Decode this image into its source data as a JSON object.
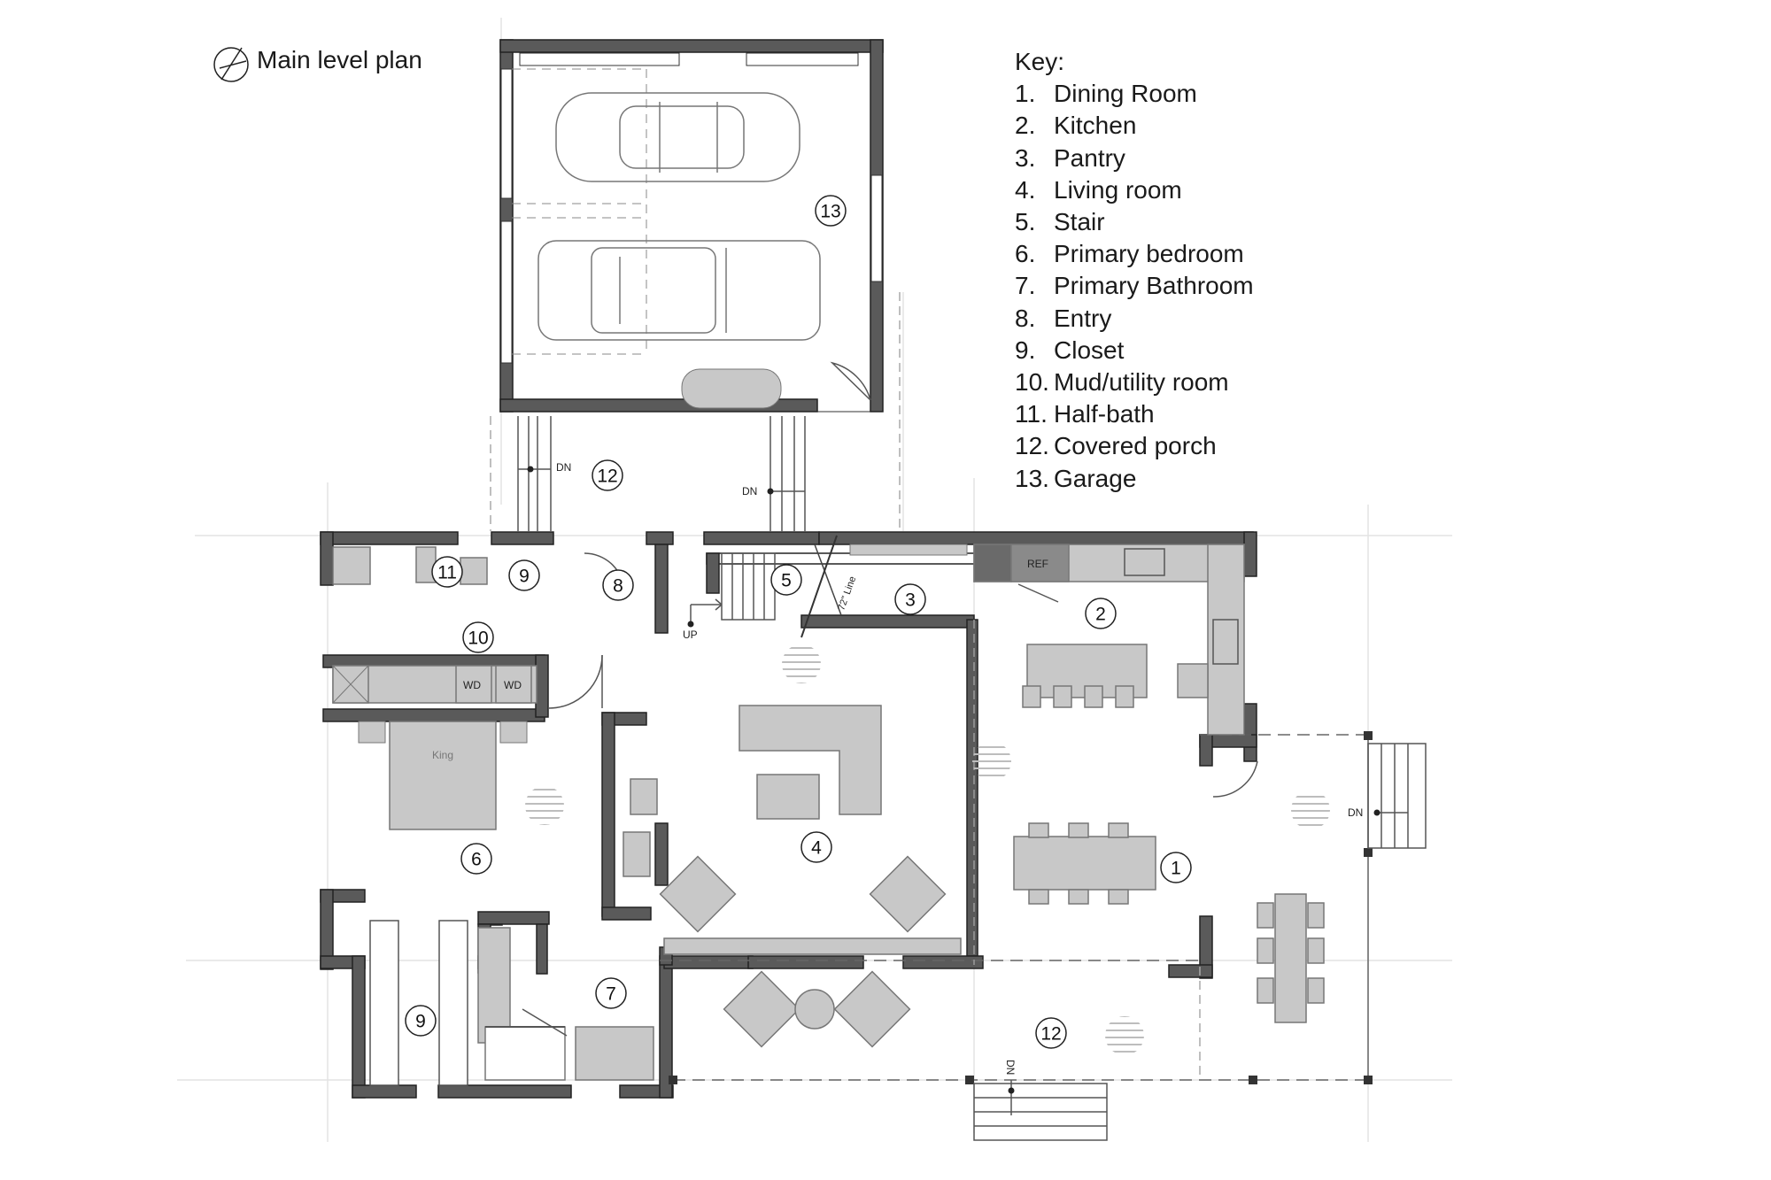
{
  "title": {
    "text": "Main level plan",
    "icon": "north-arrow-icon"
  },
  "key": {
    "heading": "Key:",
    "items": [
      {
        "num": "1.",
        "label": "Dining Room"
      },
      {
        "num": "2.",
        "label": "Kitchen"
      },
      {
        "num": "3.",
        "label": "Pantry"
      },
      {
        "num": "4.",
        "label": "Living room"
      },
      {
        "num": "5.",
        "label": "Stair"
      },
      {
        "num": "6.",
        "label": "Primary bedroom"
      },
      {
        "num": "7.",
        "label": "Primary Bathroom"
      },
      {
        "num": "8.",
        "label": "Entry"
      },
      {
        "num": "9.",
        "label": "Closet"
      },
      {
        "num": "10.",
        "label": "Mud/utility room"
      },
      {
        "num": "11.",
        "label": "Half-bath"
      },
      {
        "num": "12.",
        "label": "Covered porch"
      },
      {
        "num": "13.",
        "label": "Garage"
      }
    ]
  },
  "room_tags": {
    "dining": "1",
    "kitchen": "2",
    "pantry": "3",
    "living": "4",
    "stair": "5",
    "bedroom": "6",
    "bathroom": "7",
    "entry": "8",
    "closet_upper": "9",
    "closet_lower": "9",
    "mud": "10",
    "halfbath": "11",
    "porch_top": "12",
    "porch_bottom": "12",
    "garage": "13"
  },
  "annotations": {
    "ref": "REF",
    "wd1": "WD",
    "wd2": "WD",
    "king": "King",
    "up": "UP",
    "line72": "72\" Line",
    "dn_porch_left": "DN",
    "dn_porch_right": "DN",
    "dn_side_porch": "DN",
    "dn_front": "DN"
  },
  "colors": {
    "wall": "#5a5a5a",
    "fixture": "#c8c8c8",
    "line": "#444444",
    "dash": "#9a9a9a"
  }
}
